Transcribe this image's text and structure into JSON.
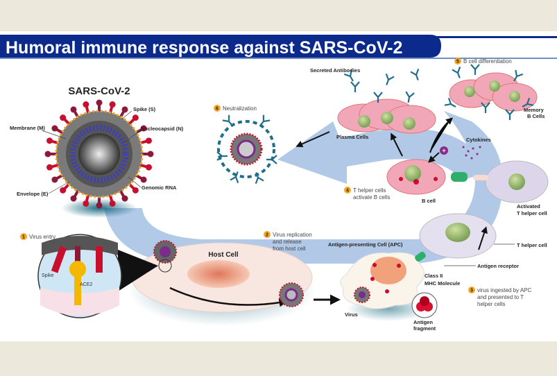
{
  "title": "Humoral immune response against SARS-CoV-2",
  "virus": {
    "title": "SARS-CoV-2",
    "labels": {
      "membrane": "Membrane (M)",
      "spike": "Spike (S)",
      "nucleocapsid": "Nucleocapsid (N)",
      "envelope": "Envelope (E)",
      "genomic_rna": "Genomic RNA"
    }
  },
  "steps": [
    {
      "num": "1",
      "lines": [
        "Virus entry"
      ]
    },
    {
      "num": "2",
      "lines": [
        "Virus replication",
        "and release",
        "from host cell"
      ]
    },
    {
      "num": "3",
      "lines": [
        "virus ingested by APC",
        "and presented to T",
        "helper cells"
      ]
    },
    {
      "num": "4",
      "lines": [
        "T helper cells",
        "activate B cells"
      ]
    },
    {
      "num": "5",
      "lines": [
        "B cell differentiation"
      ]
    },
    {
      "num": "6",
      "lines": [
        "Neutralization"
      ]
    }
  ],
  "inset": {
    "spike": "Spike",
    "ace2": "ACE2"
  },
  "labels": {
    "host_cell": "Host Cell",
    "apc": "Antigen-presenting Cell (APC)",
    "virus": "Virus",
    "antigen_fragment": [
      "Antigen",
      "fragment"
    ],
    "class_ii_mhc": [
      "Class II",
      "MHC Molecule"
    ],
    "antigen_receptor": "Antigen receptor",
    "t_helper_cell": "T helper cell",
    "activated_t_helper": [
      "Activated",
      "T helper cell"
    ],
    "b_cell": "B cell",
    "cytokines": "Cytokines",
    "plasma_cells": "Plasma Cells",
    "secreted_antibodies": "Secreted Antibodies",
    "memory_b_cells": [
      "Memory",
      "B Cells"
    ]
  },
  "colors": {
    "title_bar": "#0b2a8c",
    "pathway": "#a9c4e4",
    "badge": "#f5a623",
    "spike": "#c8102e",
    "b_cell": "#f2a7b8",
    "antibody": "#1f6e8c"
  }
}
